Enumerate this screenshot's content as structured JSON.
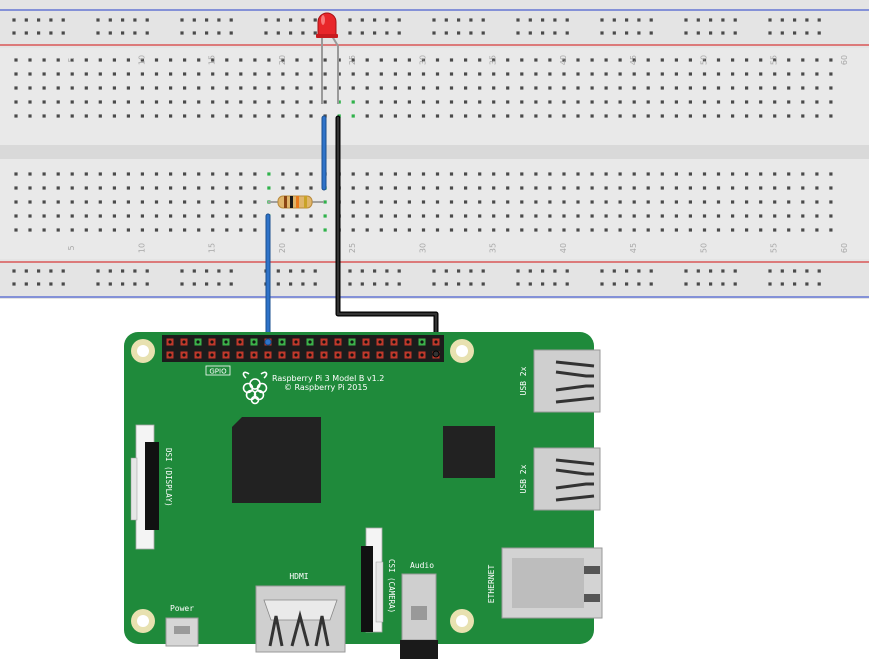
{
  "breadboard": {
    "column_numbers": [
      "5",
      "10",
      "15",
      "20",
      "25",
      "30",
      "35",
      "40",
      "45",
      "50",
      "55",
      "60"
    ],
    "colors": {
      "body": "#e9e9e9",
      "rail_red": "#d63a3a",
      "rail_blue": "#4a5fcf",
      "hole": "#4a4a4a",
      "active_hole": "#2fb24a"
    }
  },
  "components": {
    "led": {
      "color": "#e8262a"
    },
    "resistor": {
      "bands": [
        "#8b4513",
        "#1a1a1a",
        "#e87a1d",
        "#c9a227"
      ]
    },
    "wires": {
      "signal_color": "#2f73c9",
      "ground_color": "#111111"
    }
  },
  "raspberry_pi": {
    "board_color": "#1f8a3b",
    "model_label": "Raspberry Pi 3 Model B v1.2",
    "copyright_label": "© Raspberry Pi 2015",
    "gpio_label": "GPIO",
    "dsi_label": "DSI (DISPLAY)",
    "csi_label": "CSI (CAMERA)",
    "hdmi_label": "HDMI",
    "audio_label": "Audio",
    "power_label": "Power",
    "ethernet_label": "ETHERNET",
    "usb_labels": [
      "USB 2x",
      "USB 2x"
    ]
  }
}
